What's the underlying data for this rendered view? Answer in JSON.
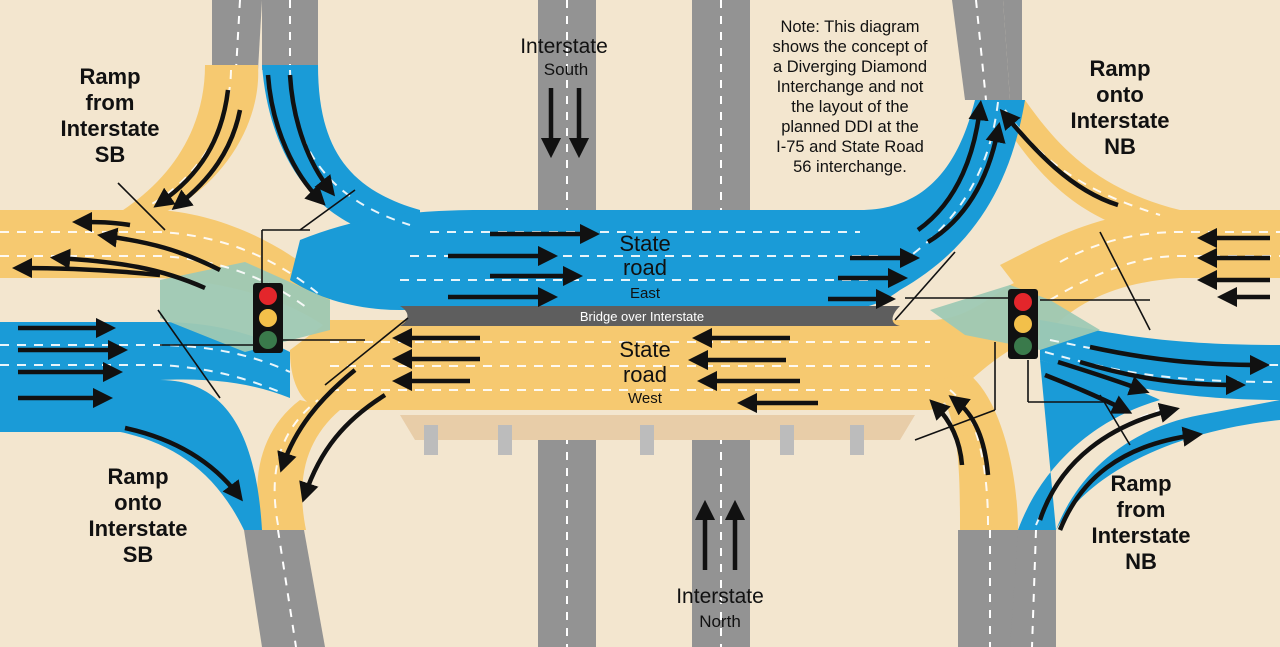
{
  "note": {
    "lines": [
      "Note: This diagram",
      "shows the concept of",
      "a Diverging Diamond",
      "Interchange and not",
      "the layout of the",
      "planned DDI at the",
      "I-75 and State Road",
      "56 interchange."
    ]
  },
  "labels": {
    "interstate_south": {
      "title": "Interstate",
      "sub": "South"
    },
    "interstate_north": {
      "title": "Interstate",
      "sub": "North"
    },
    "state_road_east": {
      "line1": "State",
      "line2": "road",
      "sub": "East"
    },
    "state_road_west": {
      "line1": "State",
      "line2": "road",
      "sub": "West"
    },
    "bridge": "Bridge over Interstate",
    "ramp_from_sb": [
      "Ramp",
      "from",
      "Interstate",
      "SB"
    ],
    "ramp_onto_nb": [
      "Ramp",
      "onto",
      "Interstate",
      "NB"
    ],
    "ramp_onto_sb": [
      "Ramp",
      "onto",
      "Interstate",
      "SB"
    ],
    "ramp_from_nb": [
      "Ramp",
      "from",
      "Interstate",
      "NB"
    ]
  },
  "colors": {
    "background": "#f3e6cf",
    "eastbound_lanes": "#1a9bd7",
    "westbound_lanes": "#f6c970",
    "crossover": "#9ec9b4",
    "interstate": "#939393",
    "bridge": "#5e5e5e",
    "arrow": "#111111",
    "signal_red": "#e3262b",
    "signal_yellow": "#f3c04a",
    "signal_green": "#3a7a4b"
  }
}
